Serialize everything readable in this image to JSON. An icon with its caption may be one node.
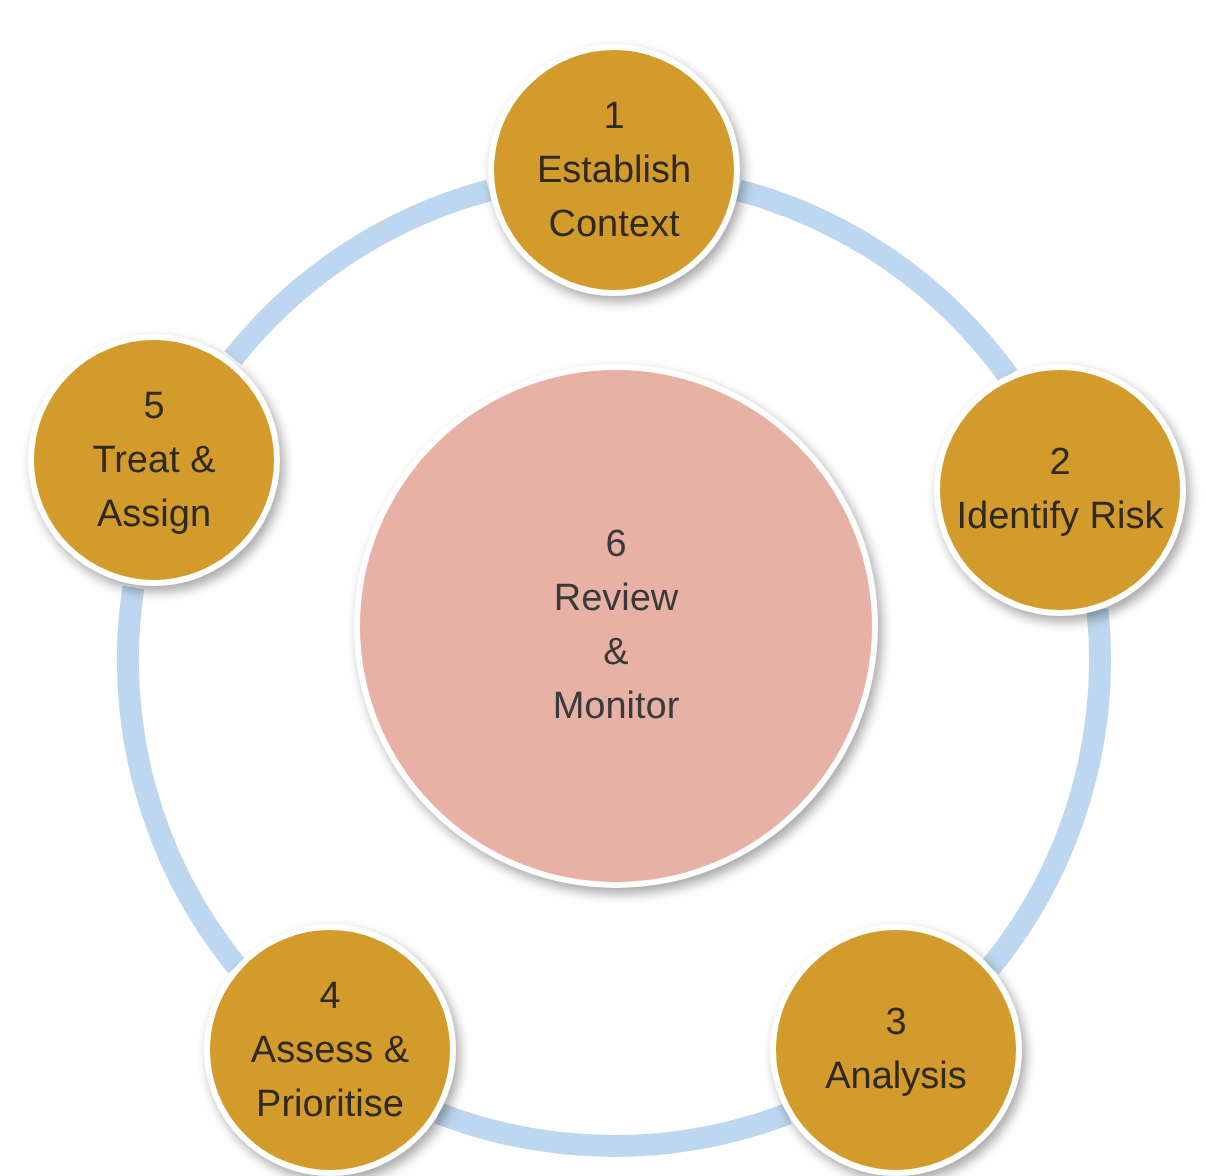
{
  "diagram": {
    "nodes": [
      {
        "text": [
          "1",
          "Establish Context"
        ]
      },
      {
        "text": [
          "2",
          "Identify Risk"
        ]
      },
      {
        "text": [
          "3",
          "Analysis"
        ]
      },
      {
        "text": [
          "4",
          "Assess & Prioritise"
        ]
      },
      {
        "text": [
          "5",
          "Treat & Assign"
        ]
      },
      {
        "text": [
          "6",
          "Review & Monitor"
        ]
      }
    ],
    "edges": [
      {
        "from": 0,
        "to": 1,
        "arrow": "none"
      },
      {
        "from": 1,
        "to": 2,
        "arrow": "none"
      },
      {
        "from": 2,
        "to": 3,
        "arrow": "none"
      },
      {
        "from": 3,
        "to": 4,
        "arrow": "none"
      },
      {
        "from": 4,
        "to": 0,
        "arrow": "none"
      }
    ]
  }
}
